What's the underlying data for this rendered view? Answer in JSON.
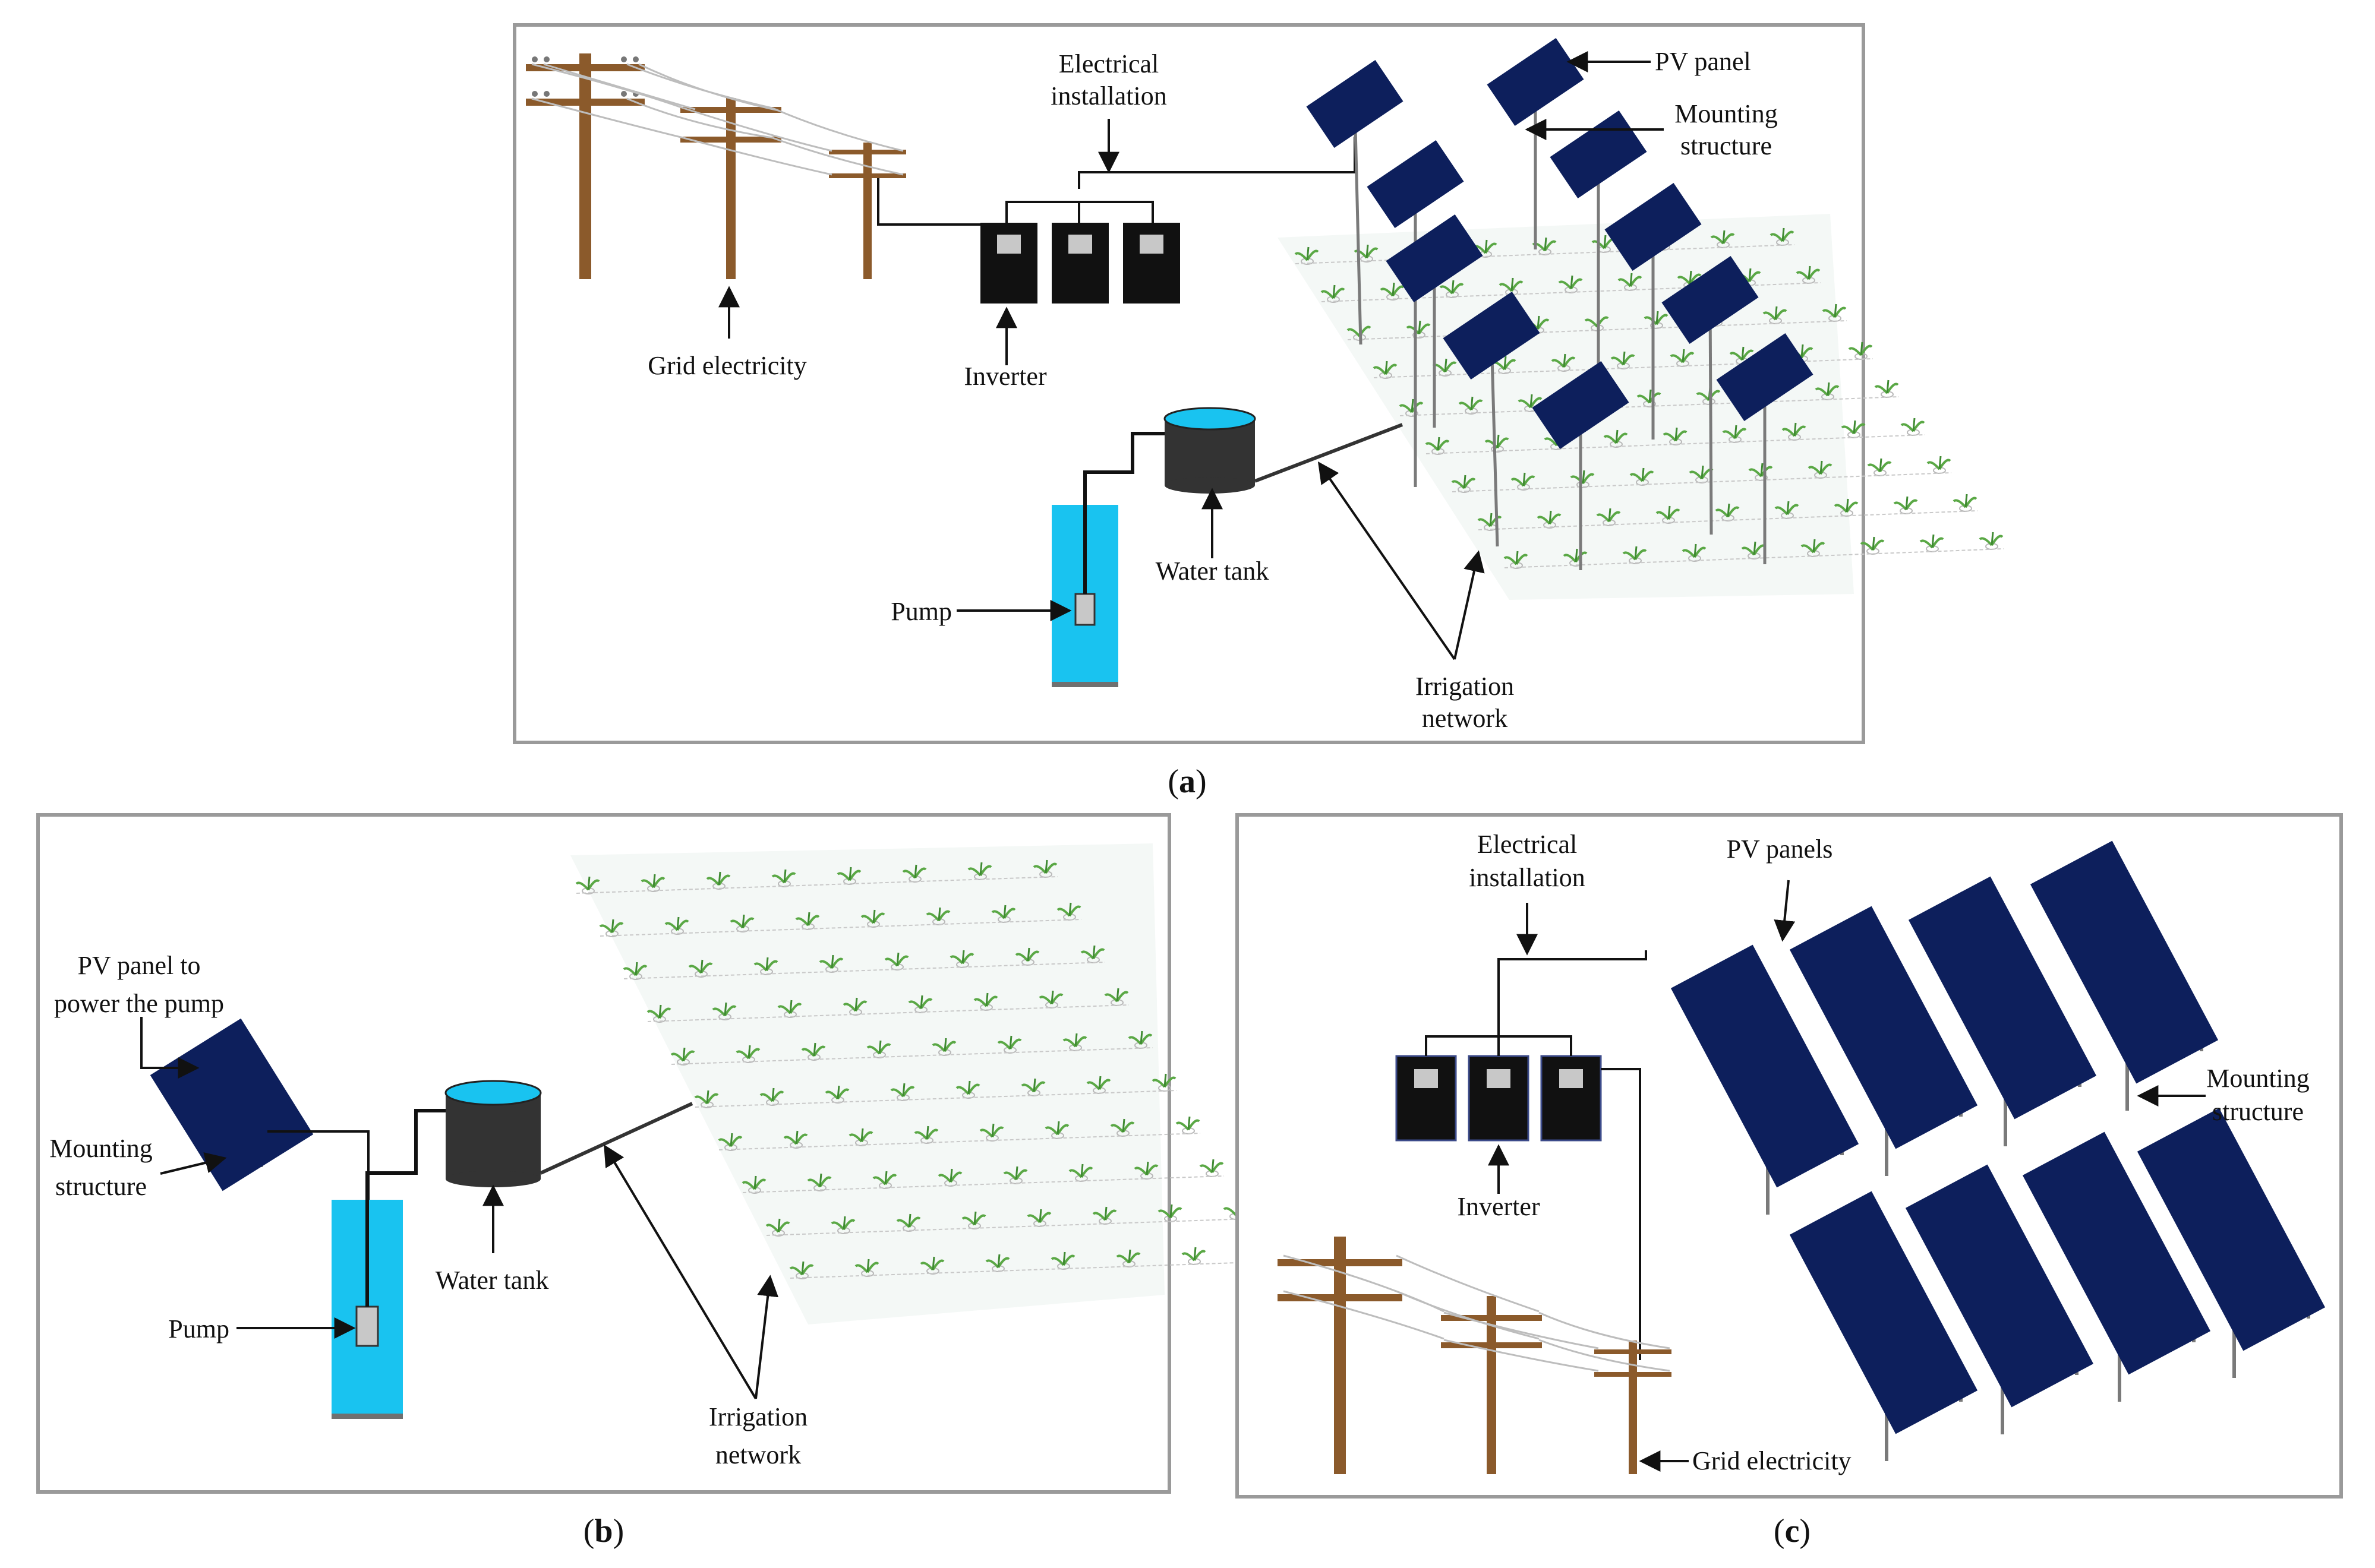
{
  "panels": {
    "a": {
      "caption_open": "(",
      "caption_letter": "a",
      "caption_close": ")",
      "labels": {
        "electrical_installation_1": "Electrical",
        "electrical_installation_2": "installation",
        "pv_panel": "PV panel",
        "mounting_structure_1": "Mounting",
        "mounting_structure_2": "structure",
        "grid_electricity": "Grid electricity",
        "inverter": "Inverter",
        "water_tank": "Water tank",
        "pump": "Pump",
        "irrigation_network_1": "Irrigation",
        "irrigation_network_2": "network"
      }
    },
    "b": {
      "caption_open": "(",
      "caption_letter": "b",
      "caption_close": ")",
      "labels": {
        "pv_panel_pump_1": "PV panel to",
        "pv_panel_pump_2": "power the pump",
        "mounting_structure_1": "Mounting",
        "mounting_structure_2": "structure",
        "water_tank": "Water tank",
        "pump": "Pump",
        "irrigation_network_1": "Irrigation",
        "irrigation_network_2": "network"
      }
    },
    "c": {
      "caption_open": "(",
      "caption_letter": "c",
      "caption_close": ")",
      "labels": {
        "electrical_installation_1": "Electrical",
        "electrical_installation_2": "installation",
        "pv_panels": "PV panels",
        "mounting_structure_1": "Mounting",
        "mounting_structure_2": "structure",
        "inverter": "Inverter",
        "grid_electricity": "Grid electricity"
      }
    }
  },
  "colors": {
    "pv_panel": "#0d1f5c",
    "pole": "#8b5a2b",
    "inverter": "#111111",
    "water": "#19c3f0",
    "tank": "#333333",
    "tank_top": "#19c3f0",
    "frame": "#9a9a9a",
    "plant": "#5aa845"
  },
  "icons": [
    "utility-pole-icon",
    "pv-panel-icon",
    "inverter-icon",
    "water-tank-icon",
    "well-icon",
    "pump-icon",
    "crop-field-icon"
  ]
}
